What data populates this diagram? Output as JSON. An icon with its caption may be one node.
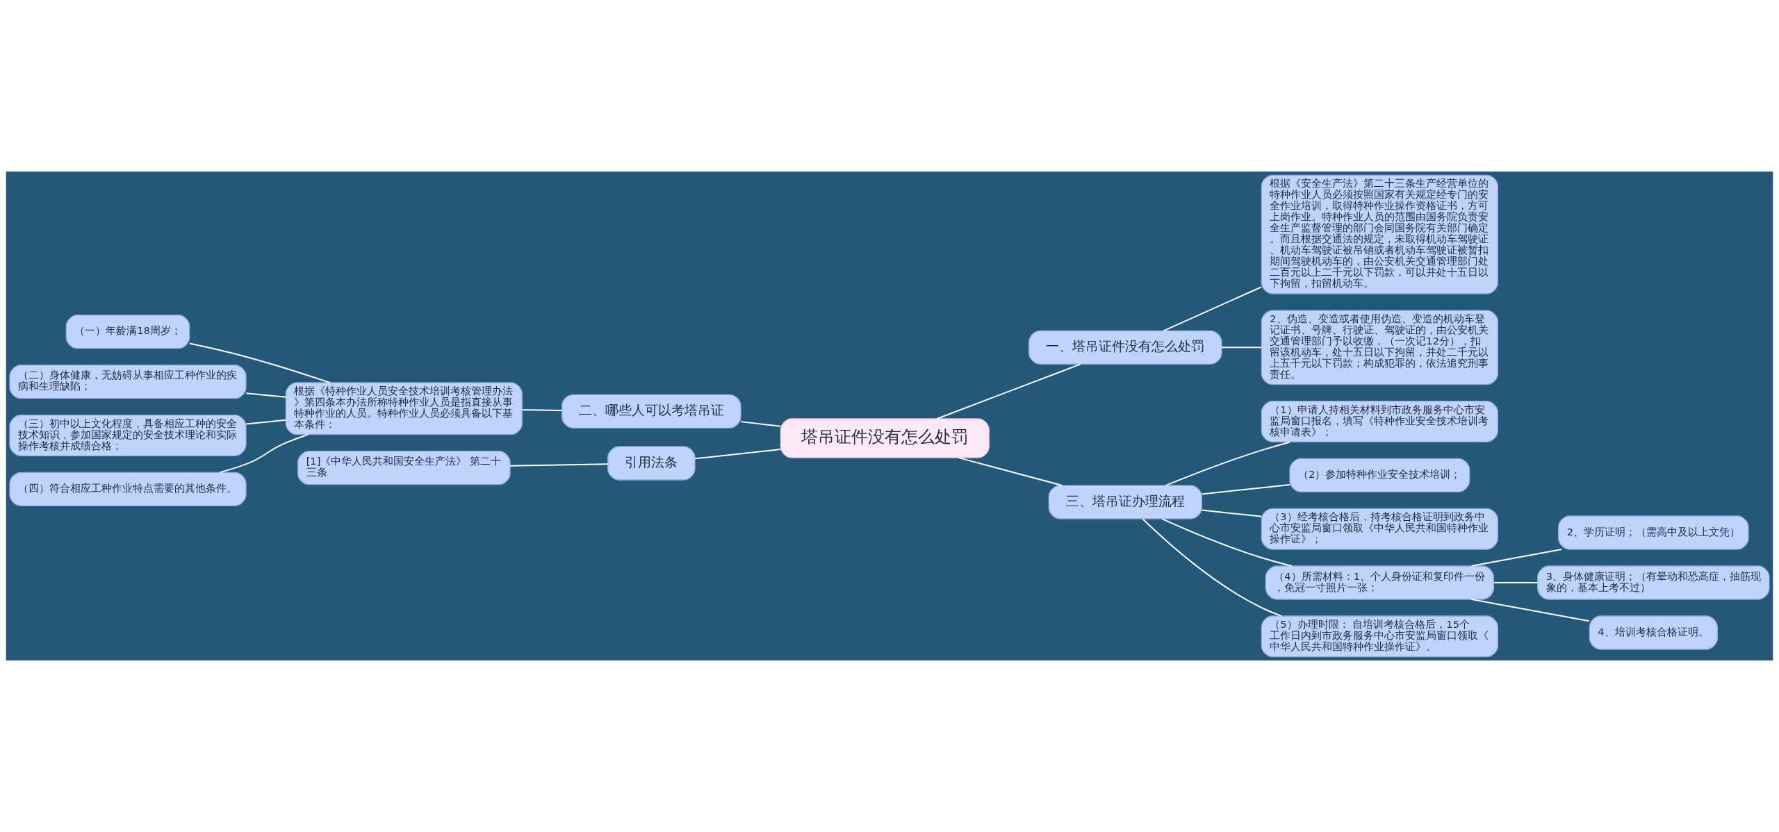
{
  "diagram": {
    "nodes": [
      {
        "text": [
          "塔吊证件没有怎么处罚"
        ]
      },
      {
        "text": [
          "一、塔吊证件没有怎么处罚"
        ]
      },
      {
        "text": [
          "根据《安全生产法》第二十三条生产经营单位的特种作业人员必须按照国家有关规定经专门的安全作业培训，取得特种作业操作资格证书，方可上岗作业。特种作业人员的范围由国务院负责安全生产监督管理的部门会同国务院有关部门确定。而且根据交通法的规定，未取得机动车驾驶证、机动车驾驶证被吊销或者机动车驾驶证被暂扣期间驾驶机动车的，由公安机关交通管理部门处二百元以上二千元以下罚款，可以并处十五日以下拘留，扣留机动车。"
        ]
      },
      {
        "text": [
          "2、伪造、变造或者使用伪造、变造的机动车登记证书、号牌、行驶证、驾驶证的，由公安机关交通管理部门予以收缴，（一次记12分），扣留该机动车，处十五日以下拘留，并处二千元以上五千元以下罚款；构成犯罪的，依法追究刑事责任。"
        ]
      },
      {
        "text": [
          "二、哪些人可以考塔吊证"
        ]
      },
      {
        "text": [
          "根据《特种作业人员安全技术培训考核管理办法》第四条本办法所称特种作业人员是指直接从事特种作业的人员。特种作业人员必须具备以下基本条件："
        ]
      },
      {
        "text": [
          "（一）年龄满18周岁；"
        ]
      },
      {
        "text": [
          "（二）身体健康，无妨碍从事相应工种作业的疾病和生理缺陷；"
        ]
      },
      {
        "text": [
          "（三）初中以上文化程度，具备相应工种的安全技术知识，参加国家规定的安全技术理论和实际操作考核并成绩合格；"
        ]
      },
      {
        "text": [
          "（四）符合相应工种作业特点需要的其他条件。"
        ]
      },
      {
        "text": [
          "引用法条"
        ]
      },
      {
        "text": [
          "[1]《中华人民共和国安全生产法》 第二十三条"
        ]
      },
      {
        "text": [
          "三、塔吊证办理流程"
        ]
      },
      {
        "text": [
          "（1）申请人持相关材料到市政务服务中心市安监局窗口报名，填写《特种作业安全技术培训考核申请表》；"
        ]
      },
      {
        "text": [
          "（2）参加特种作业安全技术培训；"
        ]
      },
      {
        "text": [
          "（3）经考核合格后，持考核合格证明到政务中心市安监局窗口领取《中华人民共和国特种作业操作证》；"
        ]
      },
      {
        "text": [
          "（4）所需材料：1、个人身份证和复印件一份，免冠一寸照片一张；"
        ]
      },
      {
        "text": [
          "2、学历证明；（需高中及以上文凭）"
        ]
      },
      {
        "text": [
          "3、身体健康证明；（有晕动和恐高症，抽筋现象的，基本上考不过）"
        ]
      },
      {
        "text": [
          "4、培训考核合格证明。"
        ]
      },
      {
        "text": [
          "（5）办理时限： 自培训考核合格后，15个工作日内到市政务服务中心市安监局窗口领取《中华人民共和国特种作业操作证》。"
        ]
      }
    ],
    "edges": [
      {
        "from": 0,
        "to": 1,
        "arrow": "none"
      },
      {
        "from": 1,
        "to": 2,
        "arrow": "none"
      },
      {
        "from": 1,
        "to": 3,
        "arrow": "none"
      },
      {
        "from": 0,
        "to": 4,
        "arrow": "none"
      },
      {
        "from": 4,
        "to": 5,
        "arrow": "none"
      },
      {
        "from": 5,
        "to": 6,
        "arrow": "none"
      },
      {
        "from": 5,
        "to": 7,
        "arrow": "none"
      },
      {
        "from": 5,
        "to": 8,
        "arrow": "none"
      },
      {
        "from": 5,
        "to": 9,
        "arrow": "none"
      },
      {
        "from": 0,
        "to": 10,
        "arrow": "none"
      },
      {
        "from": 10,
        "to": 11,
        "arrow": "none"
      },
      {
        "from": 0,
        "to": 12,
        "arrow": "none"
      },
      {
        "from": 12,
        "to": 13,
        "arrow": "none"
      },
      {
        "from": 12,
        "to": 14,
        "arrow": "none"
      },
      {
        "from": 12,
        "to": 15,
        "arrow": "none"
      },
      {
        "from": 12,
        "to": 16,
        "arrow": "none"
      },
      {
        "from": 16,
        "to": 17,
        "arrow": "none"
      },
      {
        "from": 16,
        "to": 18,
        "arrow": "none"
      },
      {
        "from": 16,
        "to": 19,
        "arrow": "none"
      },
      {
        "from": 12,
        "to": 20,
        "arrow": "none"
      }
    ]
  }
}
